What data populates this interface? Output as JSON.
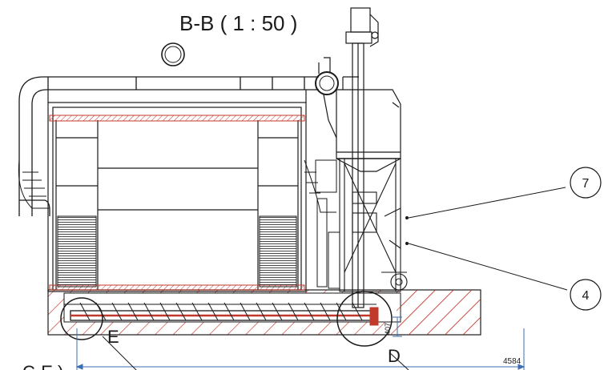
{
  "drawing": {
    "section_title": "B-B ( 1 : 50 )",
    "callouts": [
      {
        "id": "callout-7",
        "label": "7"
      },
      {
        "id": "callout-4",
        "label": "4"
      }
    ],
    "detail_labels": {
      "e": "E",
      "d": "D",
      "partial_bottom_left": "C-E )"
    },
    "dimensions": {
      "overall_length": "4584",
      "height_offset": "407"
    }
  },
  "colors": {
    "line": "#1a1a1a",
    "hatch": "#c0392b",
    "dimension": "#3d6fb0"
  }
}
